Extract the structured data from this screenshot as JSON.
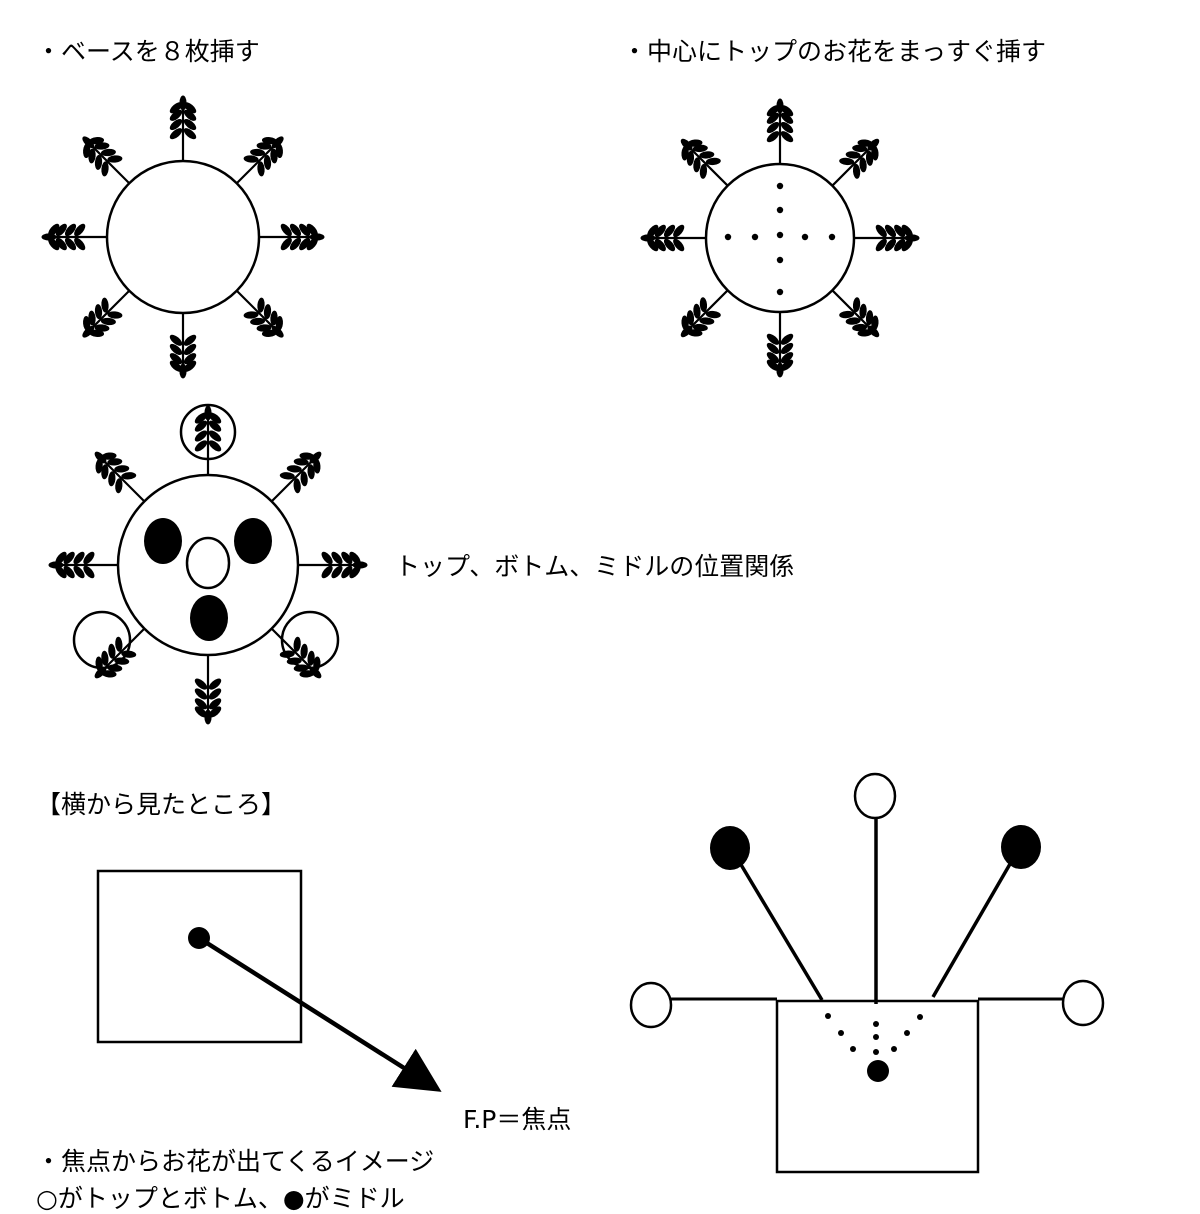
{
  "labels": {
    "insert_base": "・ベースを８枚挿す",
    "insert_top": "・中心にトップのお花をまっすぐ挿す",
    "position_relation": "トップ、ボトム、ミドルの位置関係",
    "side_view": "【横から見たところ】",
    "focal_point": "F.P＝焦点",
    "image_from_focal": "・焦点からお花が出てくるイメージ",
    "legend_cut": "○がトップとボトム、●がミドル"
  },
  "colors": {
    "ink": "#000000",
    "paper": "#ffffff"
  }
}
